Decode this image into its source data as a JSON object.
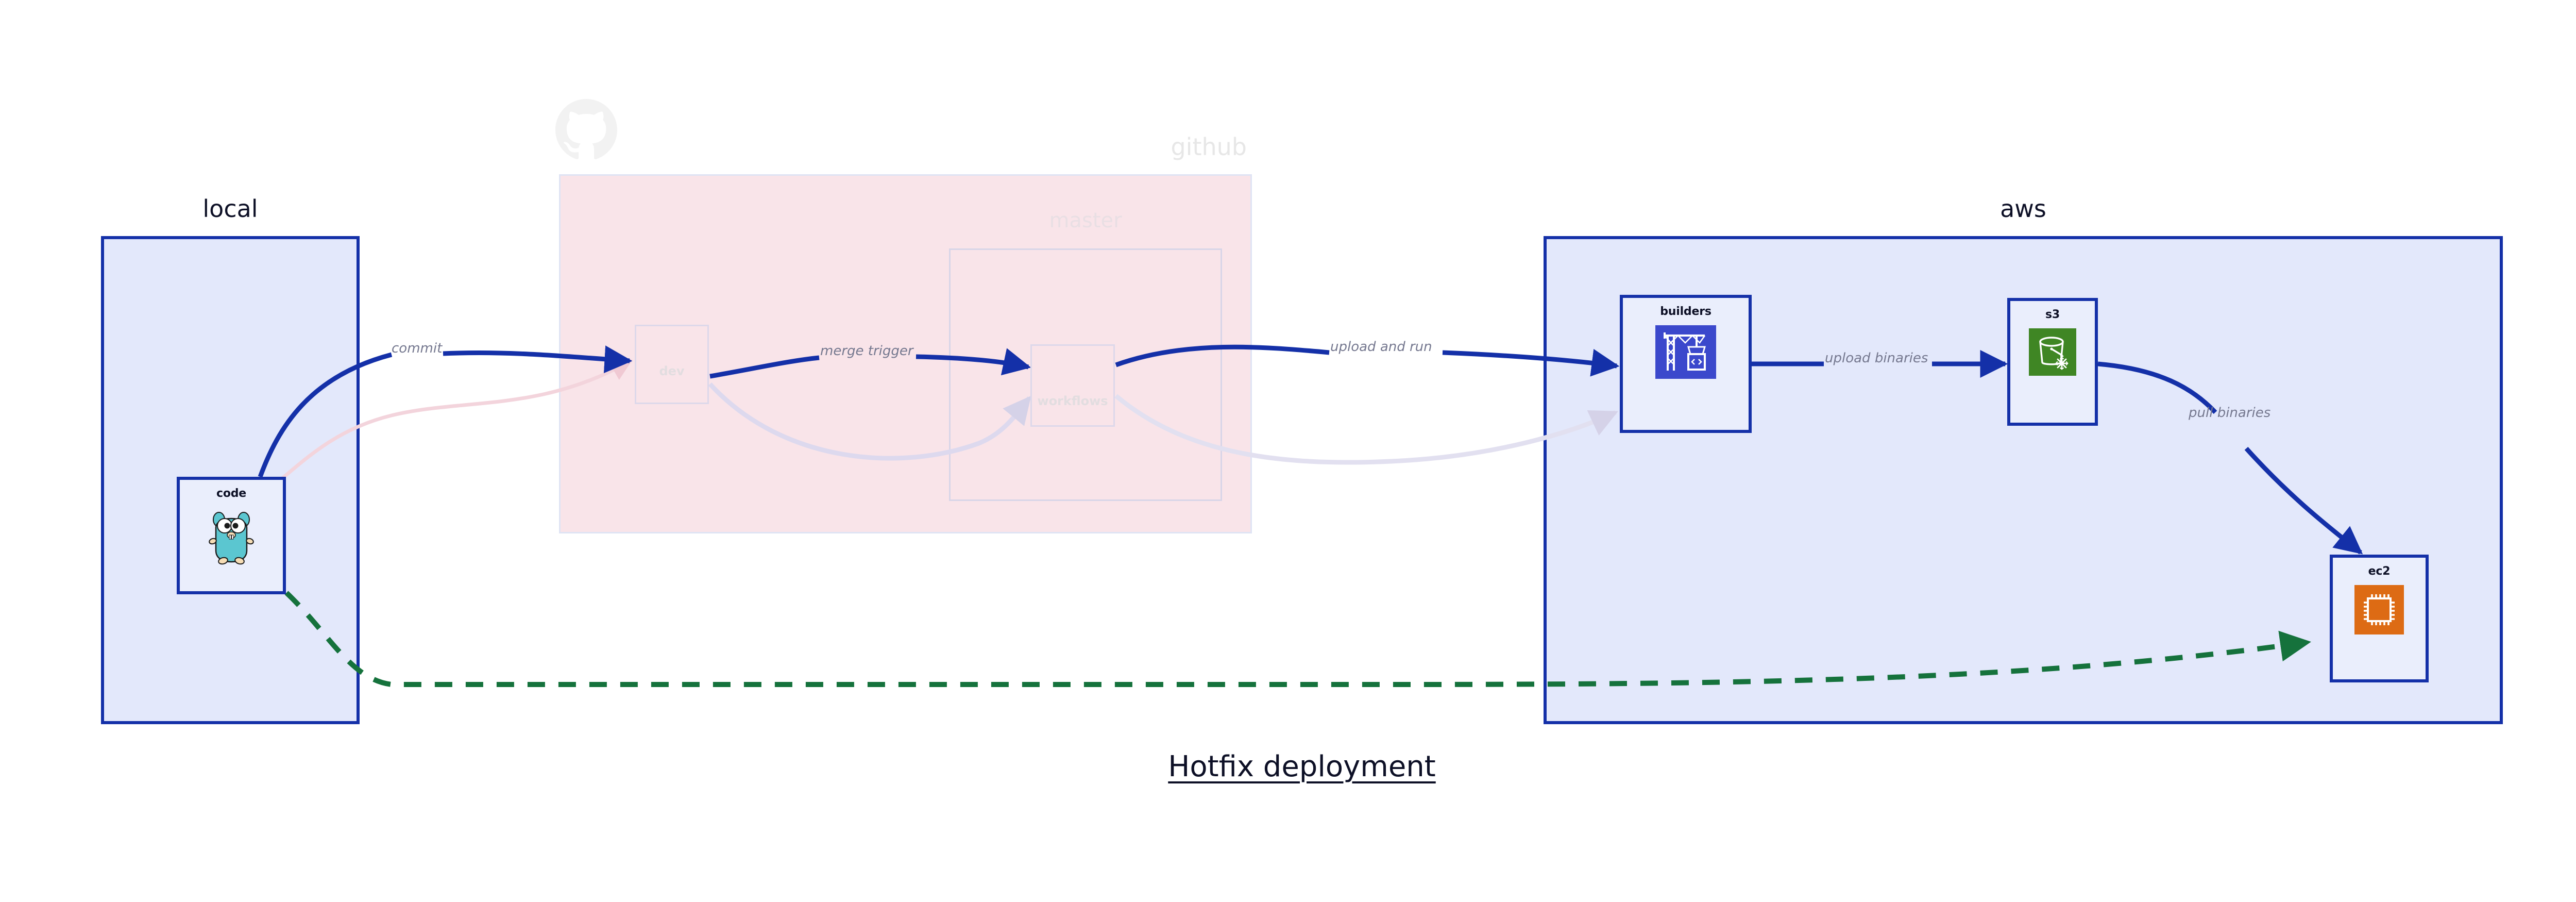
{
  "caption": "Hotfix deployment",
  "groups": [
    {
      "id": "local",
      "label": "local"
    },
    {
      "id": "github",
      "label": "github"
    },
    {
      "id": "master",
      "label": "master"
    },
    {
      "id": "aws",
      "label": "aws"
    }
  ],
  "nodes": [
    {
      "id": "code",
      "label": "code",
      "icon": "go-gopher-icon",
      "group": "local",
      "state": "active"
    },
    {
      "id": "dev",
      "label": "dev",
      "icon": "none",
      "group": "github",
      "state": "ghost"
    },
    {
      "id": "workflows",
      "label": "workflows",
      "icon": "none",
      "group": "master",
      "state": "ghost"
    },
    {
      "id": "builders",
      "label": "builders",
      "icon": "aws-codebuild-icon",
      "group": "aws",
      "state": "active"
    },
    {
      "id": "s3",
      "label": "s3",
      "icon": "aws-s3-glacier-icon",
      "group": "aws",
      "state": "active"
    },
    {
      "id": "ec2",
      "label": "ec2",
      "icon": "aws-ec2-icon",
      "group": "aws",
      "state": "active"
    }
  ],
  "edges": [
    {
      "id": "commit",
      "from": "code",
      "to": "dev",
      "label": "commit",
      "style": "solid",
      "color": "#1430a8"
    },
    {
      "id": "merge-trigger",
      "from": "dev",
      "to": "workflows",
      "label": "merge trigger",
      "style": "solid",
      "color": "#1430a8"
    },
    {
      "id": "upload-and-run",
      "from": "workflows",
      "to": "builders",
      "label": "upload and run",
      "style": "solid",
      "color": "#1430a8"
    },
    {
      "id": "upload-binaries",
      "from": "builders",
      "to": "s3",
      "label": "upload binaries",
      "style": "solid",
      "color": "#1430a8"
    },
    {
      "id": "pull-binaries",
      "from": "s3",
      "to": "ec2",
      "label": "pull binaries",
      "style": "solid",
      "color": "#1430a8"
    },
    {
      "id": "hotfix-direct",
      "from": "code",
      "to": "ec2",
      "label": "",
      "style": "dashed",
      "color": "#15723c"
    }
  ],
  "colors": {
    "group_border": "#1430a8",
    "group_fill": "#e3e8fb",
    "github_fill": "#f9e4e9",
    "node_fill": "#eaeefc",
    "edge_blue": "#1430a8",
    "edge_green": "#15723c",
    "edge_label_text": "#75788f",
    "ghost": "#ddd8ea",
    "codebuild_icon_bg": "#3b48cc",
    "s3_icon_bg": "#3f8624",
    "ec2_icon_bg": "#dd6b14",
    "gopher_body": "#5bc6d0",
    "title_text": "#0d1026"
  }
}
